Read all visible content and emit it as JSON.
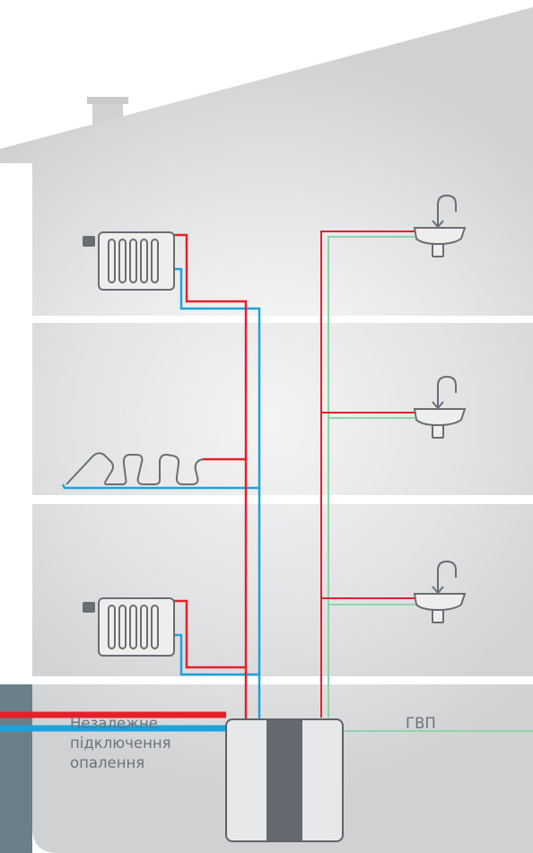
{
  "labels": {
    "heating_line1": "Незалежне",
    "heating_line2": "підключення",
    "heating_line3": "опалення",
    "dhw": "ГВП"
  },
  "colors": {
    "supply": "#e4202a",
    "return": "#1aa3e0",
    "dhw": "#8fd3a8",
    "wall_dark": "#6b7f89",
    "unit_core": "#656a70",
    "outline": "#6a6e72"
  },
  "icons": {
    "radiator": "radiator-icon",
    "underfloor": "underfloor-heating-icon",
    "sink": "sink-faucet-icon",
    "substation": "heat-exchanger-unit-icon"
  }
}
